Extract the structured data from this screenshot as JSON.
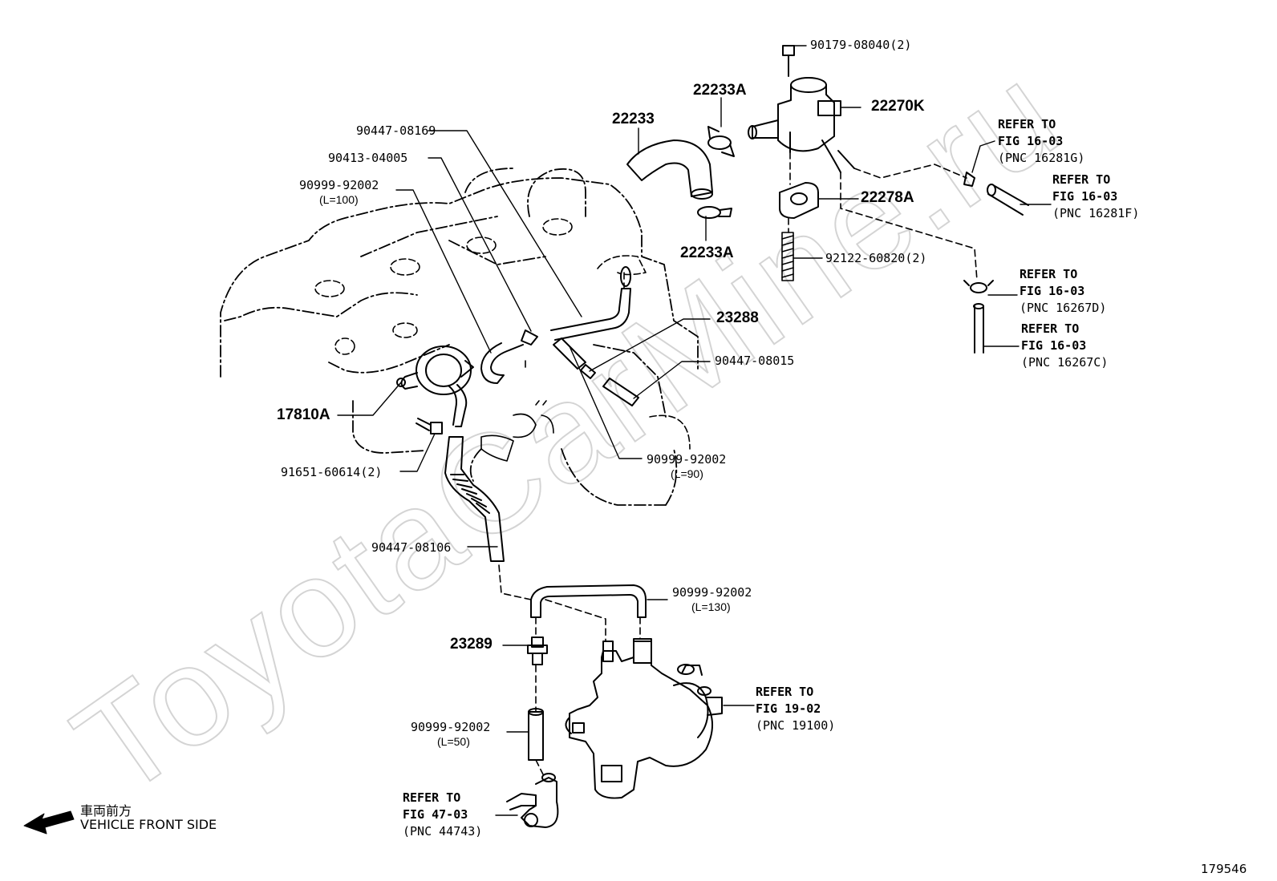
{
  "watermark": "ToyotaCarMine.ru",
  "diagram_number": "179546",
  "front_note": {
    "jp": "車両前方",
    "en": "VEHICLE FRONT SIDE"
  },
  "labels": {
    "p90179": "90179-08040(2)",
    "p22233A_top": "22233A",
    "p22233": "22233",
    "p22270K": "22270K",
    "p90447_08169": "90447-08169",
    "p90413_04005": "90413-04005",
    "p90999_100": "90999-92002",
    "p90999_100_len": "(L=100)",
    "p22278A": "22278A",
    "p22233A_bottom": "22233A",
    "p92122": "92122-60820(2)",
    "p23288": "23288",
    "p90447_08015": "90447-08015",
    "p17810A": "17810A",
    "p91651": "91651-60614(2)",
    "p90999_90": "90999-92002",
    "p90999_90_len": "(L=90)",
    "p90447_08106": "90447-08106",
    "p90999_130": "90999-92002",
    "p90999_130_len": "(L=130)",
    "p23289": "23289",
    "p90999_50": "90999-92002",
    "p90999_50_len": "(L=50)"
  },
  "refers": {
    "r16281G": [
      "REFER TO",
      "FIG 16-03",
      "(PNC 16281G)"
    ],
    "r16281F": [
      "REFER TO",
      "FIG 16-03",
      "(PNC 16281F)"
    ],
    "r16267D": [
      "REFER TO",
      "FIG 16-03",
      "(PNC 16267D)"
    ],
    "r16267C": [
      "REFER TO",
      "FIG 16-03",
      "(PNC 16267C)"
    ],
    "r19100": [
      "REFER TO",
      "FIG 19-02",
      "(PNC 19100)"
    ],
    "r44743": [
      "REFER TO",
      "FIG 47-03",
      "(PNC 44743)"
    ]
  }
}
